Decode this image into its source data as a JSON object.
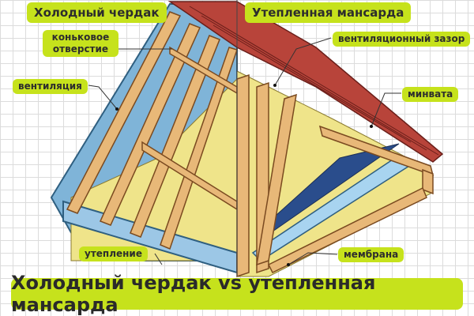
{
  "titles": {
    "left": "Холодный чердак",
    "right": "Утепленная мансарда"
  },
  "labels": {
    "ridge_line1": "коньковое",
    "ridge_line2": "отверстие",
    "ventilation": "вентиляция",
    "insulation": "утепление",
    "vent_gap": "вентиляционный зазор",
    "mineral_wool": "минвата",
    "membrane": "мембрана"
  },
  "banner": "Холодный чердак vs утепленная мансарда",
  "colors": {
    "label_bg": "#c6e21c",
    "roof_red": "#b8443a",
    "wood": "#e8b878",
    "insulation": "#efe48a",
    "blue_sheet": "#7fb4d8",
    "dark_blue": "#2a4d8c",
    "light_blue": "#a8d4f0"
  }
}
